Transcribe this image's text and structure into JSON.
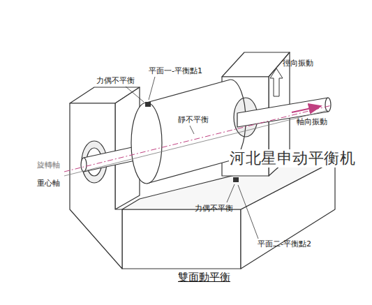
{
  "diagram": {
    "caption": "雙面動平衡",
    "labels": [
      "力偶不平衡",
      "平面一-平衡點1",
      "徑向振動",
      "靜不平衡",
      "軸向振動",
      "旋轉軸",
      "重心軸",
      "力偶不平衡",
      "平面二-平衡點2",
      "河北星申动平衡机"
    ]
  }
}
